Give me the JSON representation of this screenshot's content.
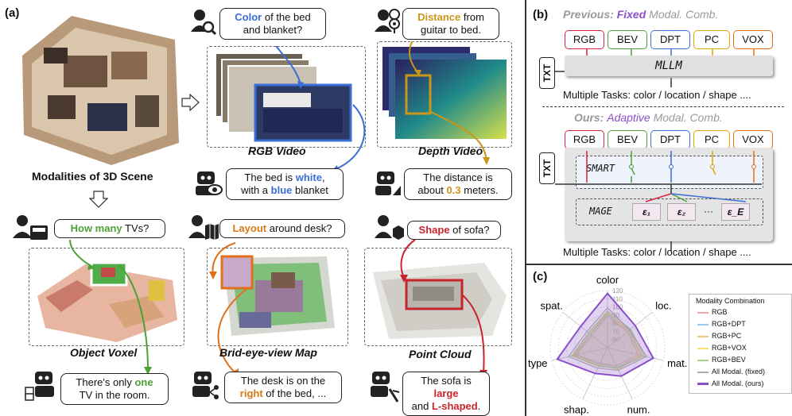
{
  "panel_a": {
    "label": "(a)",
    "scene_caption": "Modalities of 3D Scene",
    "rgb": {
      "question_parts": [
        "Color",
        " of the bed and blanket?"
      ],
      "caption": "RGB Video",
      "answer_parts": [
        "The bed is ",
        "white",
        ",",
        "with a ",
        "blue",
        " blanket"
      ]
    },
    "depth": {
      "question_parts": [
        "Distance",
        " from guitar to bed."
      ],
      "caption": "Depth Video",
      "answer_parts": [
        "The distance is",
        "about ",
        "0.3",
        " meters."
      ]
    },
    "voxel": {
      "question_parts": [
        "How many",
        " TVs?"
      ],
      "caption": "Object Voxel",
      "answer_parts": [
        "There's only ",
        "one",
        "TV in the room."
      ]
    },
    "bev": {
      "question_parts": [
        "Layout",
        " around desk?"
      ],
      "caption": "Brid-eye-view Map",
      "answer_parts": [
        "The desk is on the",
        "right",
        " of the bed, ..."
      ]
    },
    "pc": {
      "question_parts": [
        "Shape",
        " of sofa?"
      ],
      "caption": "Point Cloud",
      "answer_parts": [
        "The sofa is ",
        "large",
        "and ",
        "L-shaped",
        "."
      ]
    }
  },
  "panel_b": {
    "label": "(b)",
    "prev_title_parts": [
      "Previous: ",
      "Fixed",
      " Modal. Comb."
    ],
    "ours_title_parts": [
      "Ours: ",
      "Adaptive",
      " Modal. Comb."
    ],
    "modalities": [
      "RGB",
      "BEV",
      "DPT",
      "PC",
      "VOX"
    ],
    "txt": "TXT",
    "mllm": "MLLM",
    "smart": "SMART",
    "mage": "MAGE",
    "experts": [
      "ε₁",
      "ε₂",
      "···",
      "ε_E"
    ],
    "tasks": "Multiple Tasks: color / location / shape ....",
    "colors": {
      "RGB": "#d7263d",
      "BEV": "#4ea037",
      "DPT": "#3a6ed6",
      "PC": "#e0a500",
      "VOX": "#e0701a"
    }
  },
  "panel_c": {
    "label": "(c)",
    "axes": [
      "color",
      "loc.",
      "mat.",
      "num.",
      "shap.",
      "type",
      "spat."
    ],
    "ticks": [
      "60",
      "70",
      "80",
      "90",
      "100",
      "110",
      "120"
    ],
    "legend_title": "Modality Combination",
    "legend": [
      {
        "name": "RGB",
        "color": "#f4a6a6"
      },
      {
        "name": "RGB+DPT",
        "color": "#9ec5ec"
      },
      {
        "name": "RGB+PC",
        "color": "#f6c27a"
      },
      {
        "name": "RGB+VOX",
        "color": "#f8de6a"
      },
      {
        "name": "RGB+BEV",
        "color": "#9ed68c"
      },
      {
        "name": "All Modal. (fixed)",
        "color": "#aaaaaa"
      },
      {
        "name": "All Modal. (ours)",
        "color": "#8a4fc9"
      }
    ]
  }
}
